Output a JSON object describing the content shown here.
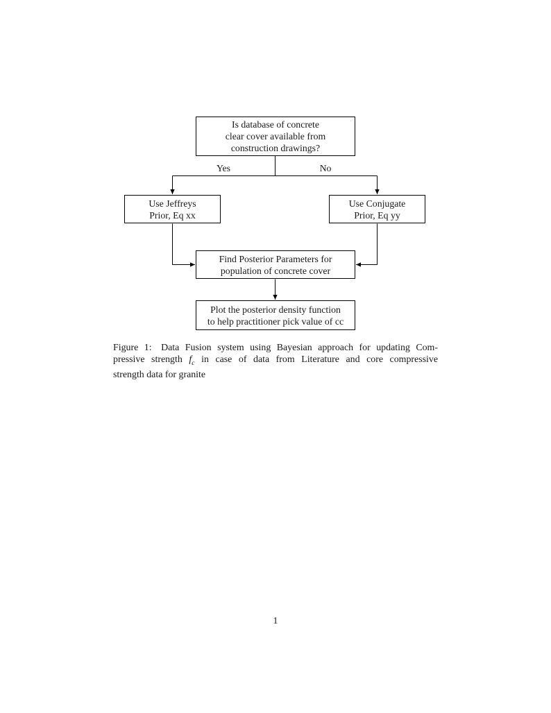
{
  "flowchart": {
    "nodes": {
      "question": {
        "lines": [
          "Is database of concrete",
          "clear cover available from",
          "construction drawings?"
        ]
      },
      "jeffreys": {
        "lines": [
          "Use Jeffreys",
          "Prior, Eq xx"
        ]
      },
      "conjugate": {
        "lines": [
          "Use Conjugate",
          "Prior, Eq yy"
        ]
      },
      "posterior": {
        "lines": [
          "Find Posterior Parameters for",
          "population of concrete cover"
        ]
      },
      "plot": {
        "lines": [
          "Plot the posterior density function",
          "to help practitioner pick value of cc"
        ]
      }
    },
    "edge_labels": {
      "yes": "Yes",
      "no": "No"
    }
  },
  "caption": {
    "figure_label": "Figure 1:",
    "line1_rest": "Data Fusion system using Bayesian approach for updating Com-",
    "line2_before": "pressive strength",
    "math_base": "f",
    "math_sub": "c",
    "line2_after": "in case of data from Literature and core compressive",
    "line3": "strength data for granite"
  },
  "page": {
    "number": "1"
  },
  "colors": {
    "line": "#000000",
    "text": "#1a1a1a",
    "background": "#ffffff"
  }
}
